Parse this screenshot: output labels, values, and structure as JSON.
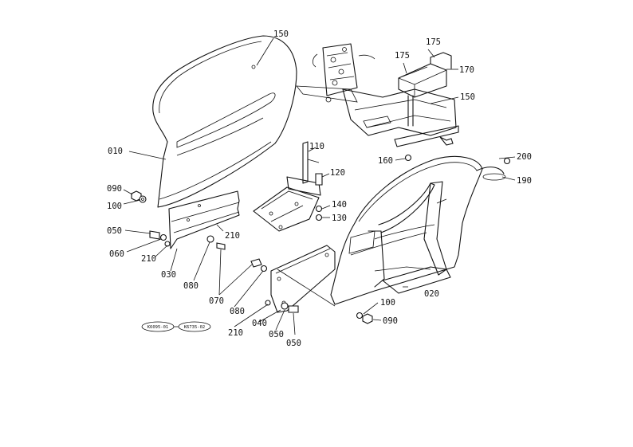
{
  "parts": {
    "p150a": "150",
    "p175a": "175",
    "p175b": "175",
    "p170": "170",
    "p150b": "150",
    "p010": "010",
    "p110": "110",
    "p120": "120",
    "p160": "160",
    "p200": "200",
    "p190": "190",
    "p090a": "090",
    "p100a": "100",
    "p140": "140",
    "p130": "130",
    "p050a": "050",
    "p210a": "210",
    "p060": "060",
    "p210b": "210",
    "p030": "030",
    "p080a": "080",
    "p070": "070",
    "p080b": "080",
    "p020": "020",
    "p100b": "100",
    "p090b": "090",
    "p210c": "210",
    "p040": "040",
    "p050b": "050",
    "p050c": "050"
  },
  "refs": {
    "ref1": "K6095-01",
    "ref2": "K6735-02"
  }
}
